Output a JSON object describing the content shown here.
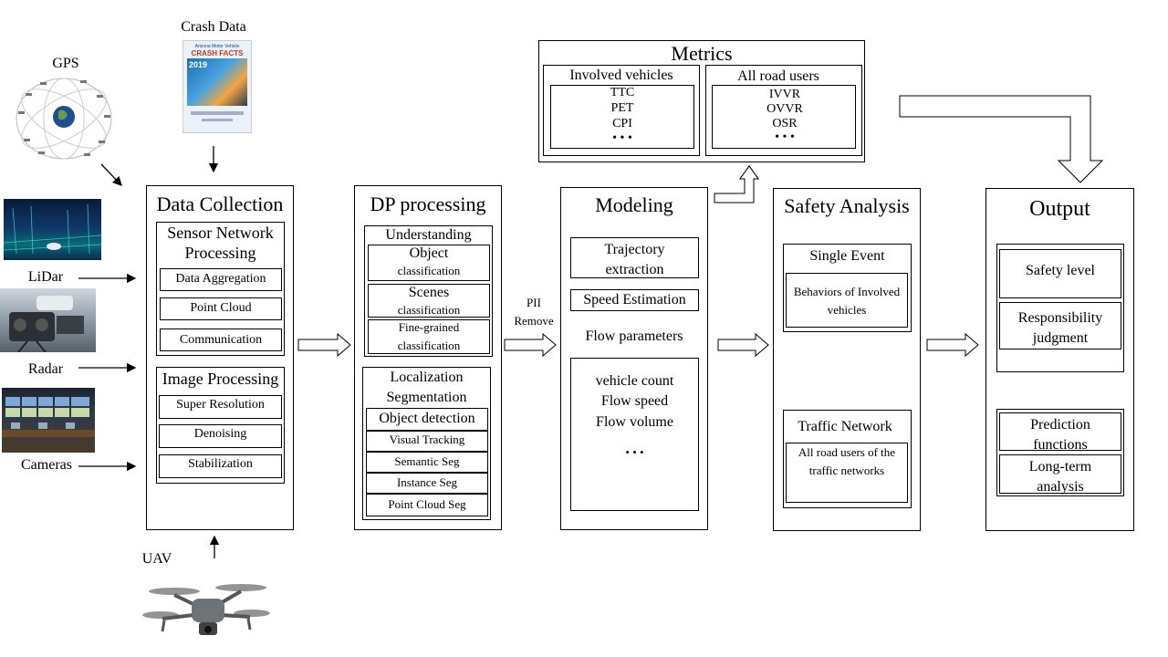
{
  "sources": {
    "gps": "GPS",
    "crash_data": "Crash Data",
    "crash_cover_title": "Arizona Motor Vehicle",
    "crash_cover_subtitle": "CRASH FACTS",
    "crash_cover_year": "2019",
    "lidar": "LiDar",
    "radar": "Radar",
    "cameras": "Cameras",
    "uav": "UAV"
  },
  "data_collection": {
    "title": "Data Collection",
    "sensor_network": "Sensor Network Processing",
    "sensor_items": [
      "Data Aggregation",
      "Point Cloud",
      "Communication"
    ],
    "image_processing": "Image Processing",
    "image_items": [
      "Super Resolution",
      "Denoising",
      "Stabilization"
    ]
  },
  "dp_processing": {
    "title": "DP processing",
    "understanding": "Understanding",
    "understanding_items": [
      {
        "line1": "Object",
        "line2": "classification"
      },
      {
        "line1": "Scenes",
        "line2": "classification"
      },
      {
        "line1": "Fine-grained",
        "line2": "classification"
      }
    ],
    "localization": "Localization Segmentation",
    "localization_items": [
      "Object detection",
      "Visual  Tracking",
      "Semantic  Seg",
      "Instance  Seg",
      "Point Cloud Seg"
    ]
  },
  "pii": {
    "line1": "PII",
    "line2": "Remove"
  },
  "modeling": {
    "title": "Modeling",
    "trajectory": "Trajectory extraction",
    "speed": "Speed Estimation",
    "flow": "Flow parameters",
    "flow_items": [
      "vehicle  count",
      "Flow speed",
      "Flow volume",
      "• • •"
    ]
  },
  "metrics": {
    "title": "Metrics",
    "involved_title": "Involved vehicles",
    "involved_items": [
      "TTC",
      "PET",
      "CPI",
      "• • •"
    ],
    "road_users_title": "All road users",
    "road_users_items": [
      "IVVR",
      "OVVR",
      "OSR",
      "• • •"
    ]
  },
  "safety_analysis": {
    "title": "Safety Analysis",
    "single_event": "Single  Event",
    "single_event_desc": "Behaviors  of Involved  vehicles",
    "traffic_network": "Traffic Network",
    "traffic_network_desc": "All road users of the traffic networks"
  },
  "output": {
    "title": "Output",
    "safety_level": "Safety level",
    "responsibility": "Responsibility judgment",
    "prediction": "Prediction functions",
    "long_term": "Long-term analysis"
  }
}
